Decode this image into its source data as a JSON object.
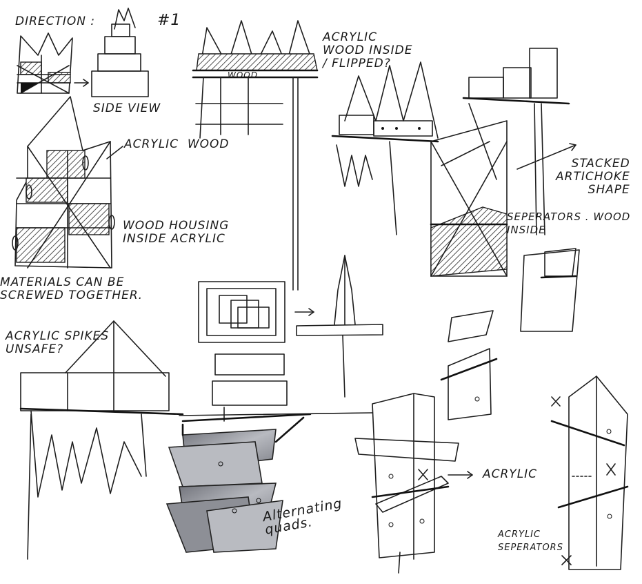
{
  "labels": {
    "direction": "DIRECTION :",
    "number": "#1",
    "side_view": "SIDE VIEW",
    "acrylic_wood_inside": "ACRYLIC\nWOOD INSIDE\n/ FLIPPED?",
    "wood_on_shelf": "WOOD",
    "acrylic_wood": "ACRYLIC  WOOD",
    "wood_housing": "WOOD HOUSING\nINSIDE ACRYLIC",
    "materials": "MATERIALS CAN BE\nSCREWED TOGETHER.",
    "stacked": "STACKED\nARTICHOKE\nSHAPE",
    "seperators": "SEPERATORS . WOOD\nINSIDE",
    "spikes": "ACRYLIC SPIKES\nUNSAFE?",
    "alternating": "Alternating\nquads.",
    "acrylic_arrow": "ACRYLIC",
    "acrylic_seperators": "ACRYLIC\nSEPERATORS"
  }
}
